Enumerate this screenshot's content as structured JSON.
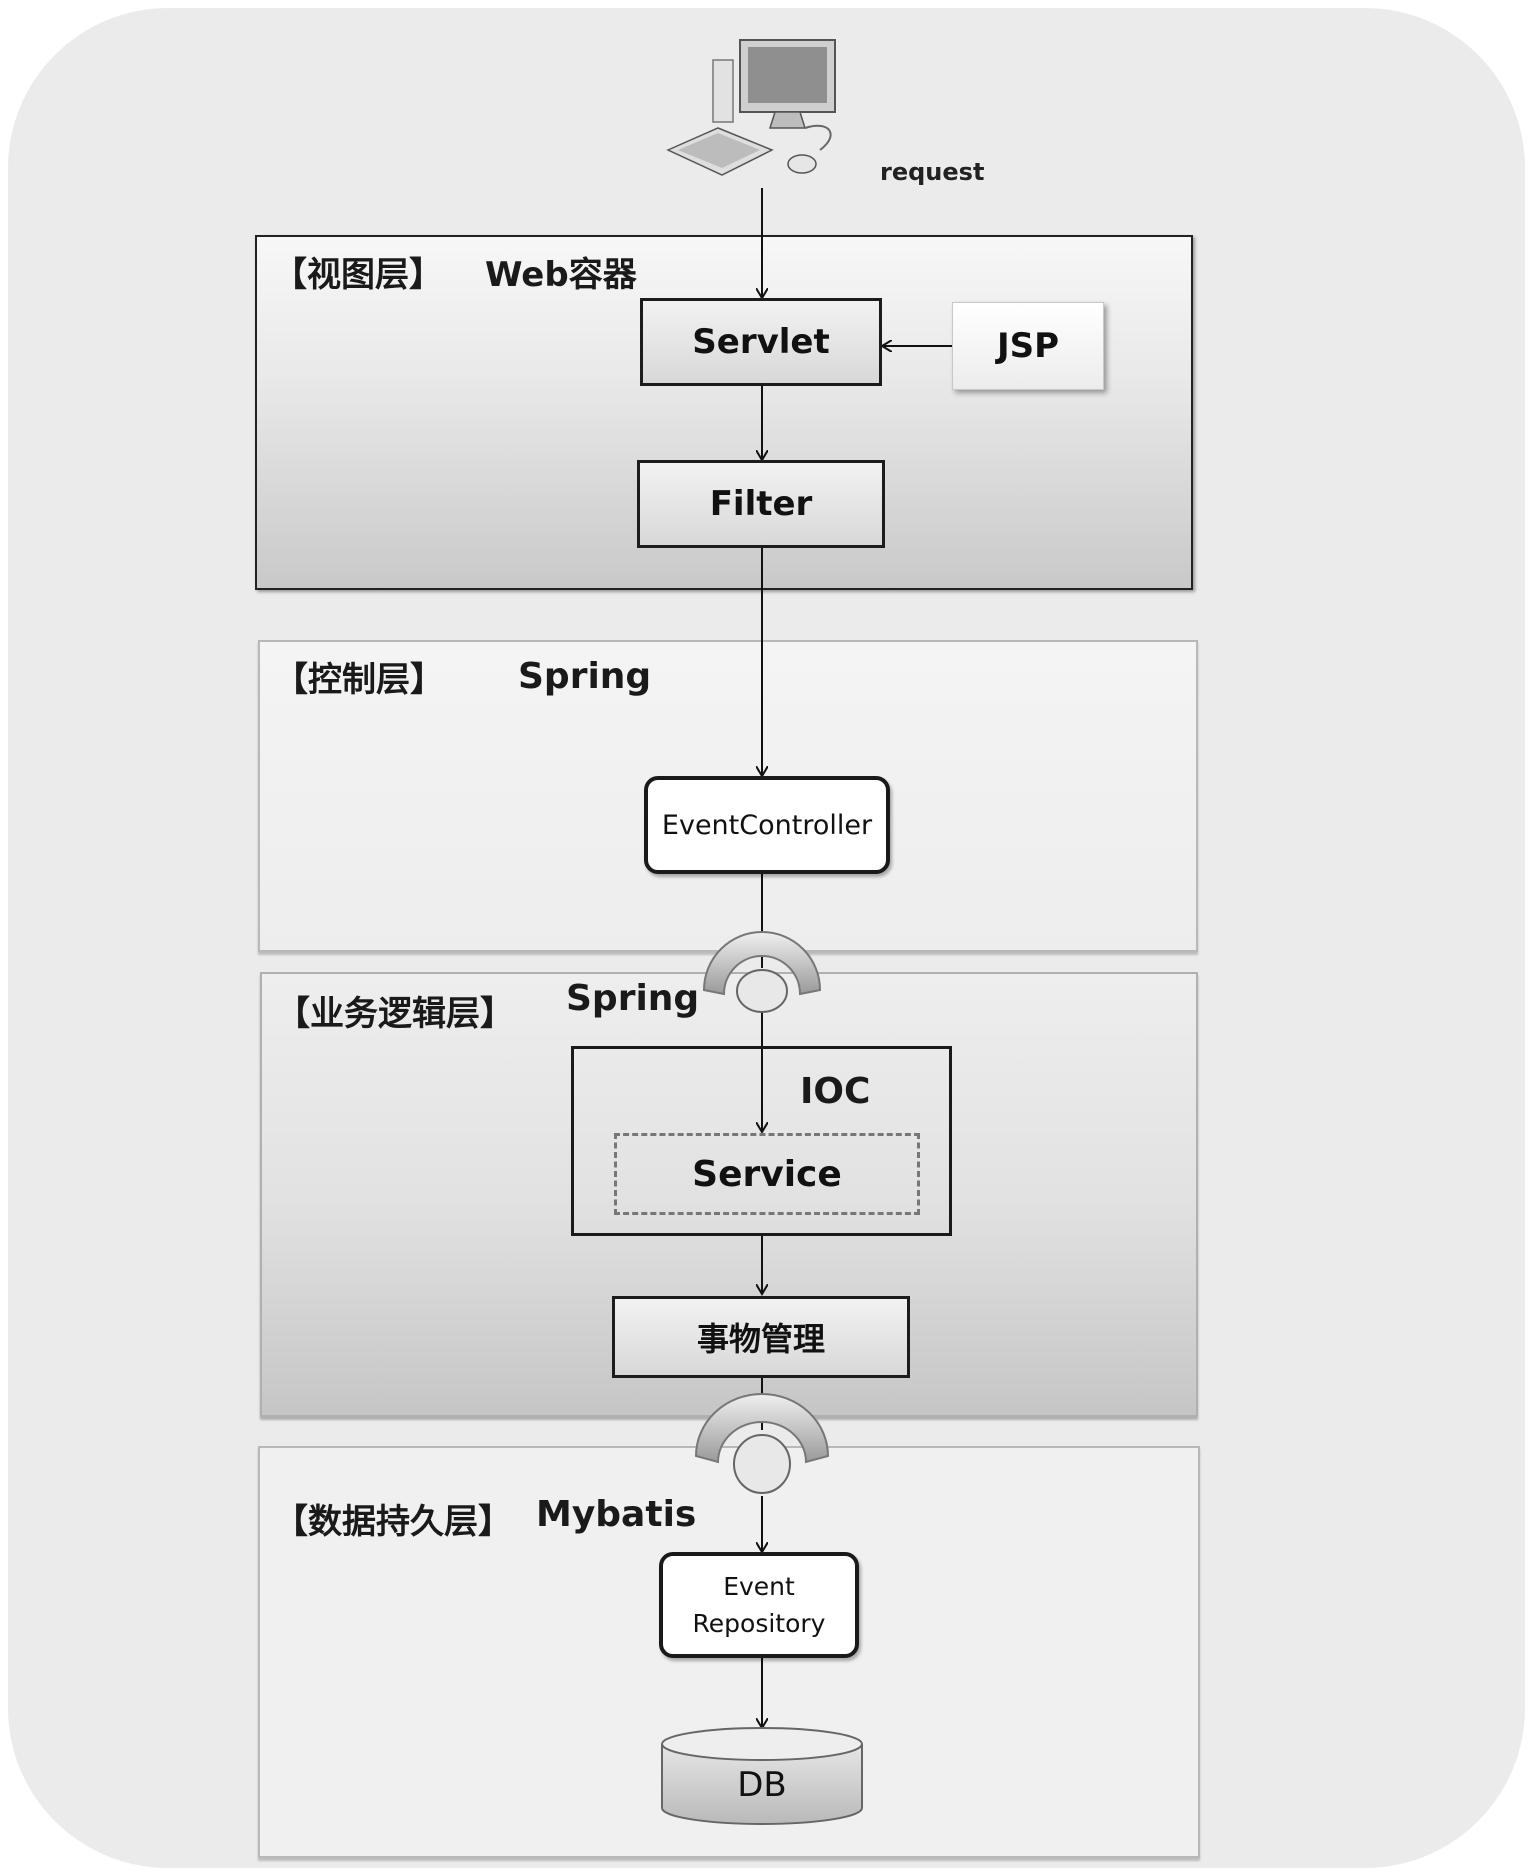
{
  "client": {
    "request_label": "request"
  },
  "layers": {
    "view": {
      "name": "【视图层】",
      "tech": "Web容器"
    },
    "control": {
      "name": "【控制层】",
      "tech": "Spring"
    },
    "business": {
      "name": "【业务逻辑层】",
      "tech": "Spring"
    },
    "data": {
      "name": "【数据持久层】",
      "tech": "Mybatis"
    }
  },
  "components": {
    "servlet": "Servlet",
    "jsp": "JSP",
    "filter": "Filter",
    "event_controller": "EventController",
    "ioc": "IOC",
    "service": "Service",
    "transaction": "事物管理",
    "event_repository_line1": "Event",
    "event_repository_line2": "Repository",
    "db": "DB"
  }
}
